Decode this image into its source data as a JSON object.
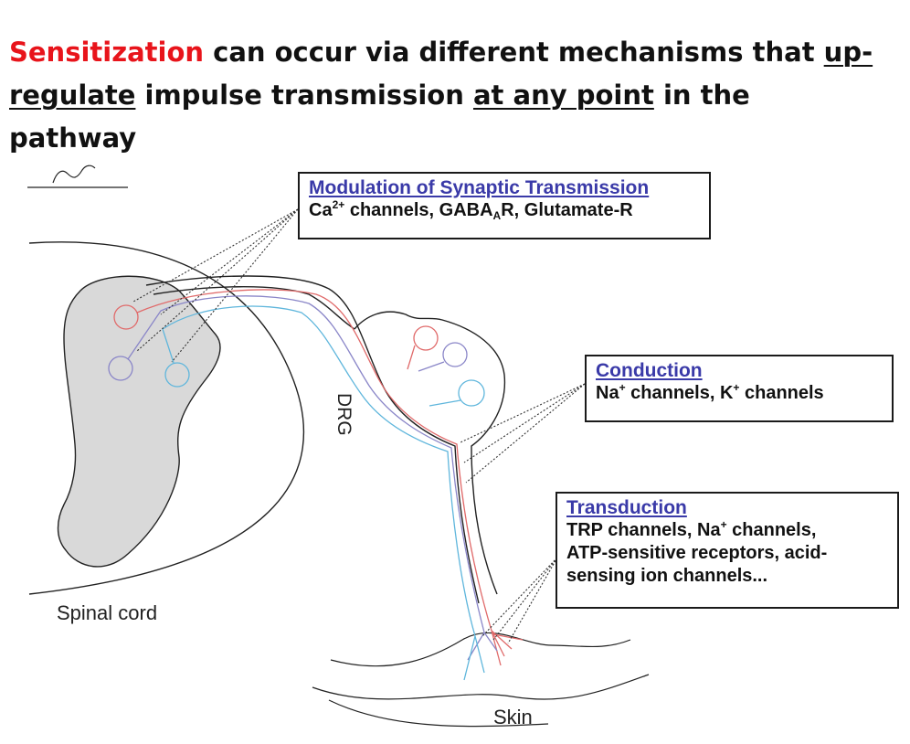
{
  "heading": {
    "highlight": "Sensitization",
    "part1": " can occur via different mechanisms that ",
    "underline1": "up-regulate",
    "part2": " impulse transmission ",
    "underline2": "at any point",
    "part3": " in the pathway"
  },
  "boxes": {
    "synaptic": {
      "title": "Modulation of Synaptic Transmission",
      "ca_prefix": "Ca",
      "ca_sup": "2+",
      "ca_rest": " channels, GABA",
      "gaba_sub": "A",
      "gaba_rest": "R, Glutamate-R"
    },
    "conduction": {
      "title": "Conduction",
      "na": "Na",
      "na_sup": "+",
      "mid": " channels, K",
      "k_sup": "+",
      "tail": " channels"
    },
    "transduction": {
      "title": "Transduction",
      "line1_a": "TRP channels, Na",
      "line1_sup": "+",
      "line1_b": " channels,",
      "line2": "ATP-sensitive receptors, acid-",
      "line3": "sensing ion channels..."
    }
  },
  "labels": {
    "drg": "DRG",
    "spinal_cord": "Spinal cord",
    "skin": "Skin"
  },
  "colors": {
    "highlight": "#e8141b",
    "box_title": "#3a3aa8",
    "neuron_red": "#e06a6a",
    "neuron_purple": "#8a86c8",
    "neuron_blue": "#5fb6dc",
    "gray_matter": "#d9d9d9"
  }
}
